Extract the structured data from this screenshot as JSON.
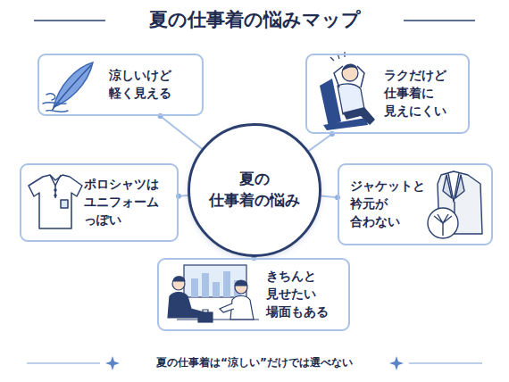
{
  "diagram": {
    "title": "夏の仕事着の悩みマップ",
    "caption": "夏の仕事着は“涼しい”だけでは選べない",
    "nodes": [
      {
        "text": [
          "涼しいけど 軽く見える"
        ]
      },
      {
        "text": [
          "ラクだけど 仕事着に 見えにくい"
        ]
      },
      {
        "text": [
          "ポロシャツは ユニフォーム っぽい"
        ]
      },
      {
        "text": [
          "夏の 仕事着の悩み"
        ]
      },
      {
        "text": [
          "ジャケットと 衿元が 合わない"
        ]
      },
      {
        "text": [
          "きちんと 見せたい 場面もある"
        ]
      }
    ],
    "edges": [
      {
        "from": 3,
        "to": 0,
        "arrow": "none"
      },
      {
        "from": 3,
        "to": 1,
        "arrow": "none"
      },
      {
        "from": 3,
        "to": 2,
        "arrow": "none"
      },
      {
        "from": 3,
        "to": 4,
        "arrow": "none"
      },
      {
        "from": 3,
        "to": 5,
        "arrow": "none"
      }
    ]
  }
}
